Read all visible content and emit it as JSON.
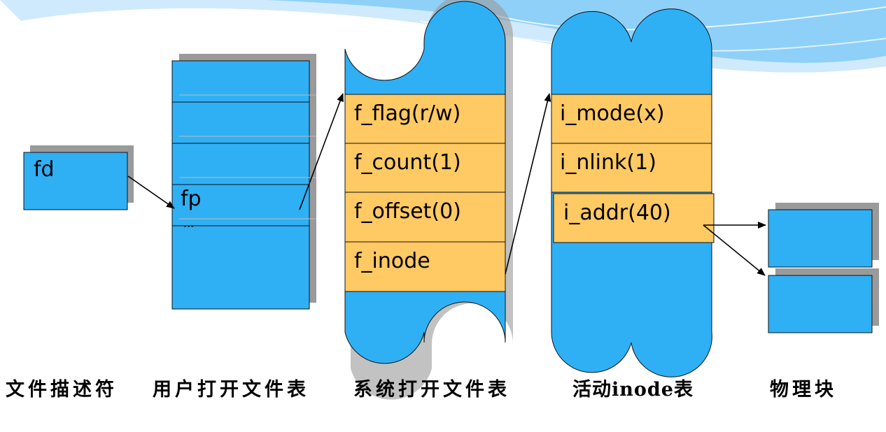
{
  "fd_table": {
    "entry": "fd"
  },
  "user_open_file_table": {
    "entry": "fp",
    "more": "..."
  },
  "system_open_file_table": {
    "fields": [
      "f_flag(r/w)",
      "f_count(1)",
      "f_offset(0)",
      "f_inode"
    ]
  },
  "active_inode_table": {
    "fields": [
      "i_mode(x)",
      "i_nlink(1)",
      "i_addr(40)"
    ]
  },
  "captions": {
    "fd": "文件描述符",
    "user_table": "用户打开文件表",
    "system_table": "系统打开文件表",
    "inode_table": "活动inode表",
    "blocks": "物理块"
  },
  "colors": {
    "box_blue": "#2fb0f5",
    "field_orange": "#ffc963",
    "shadow_gray": "#9a9a9a",
    "banner_light": "#cfeafc",
    "banner_mid": "#8fd0f8"
  }
}
